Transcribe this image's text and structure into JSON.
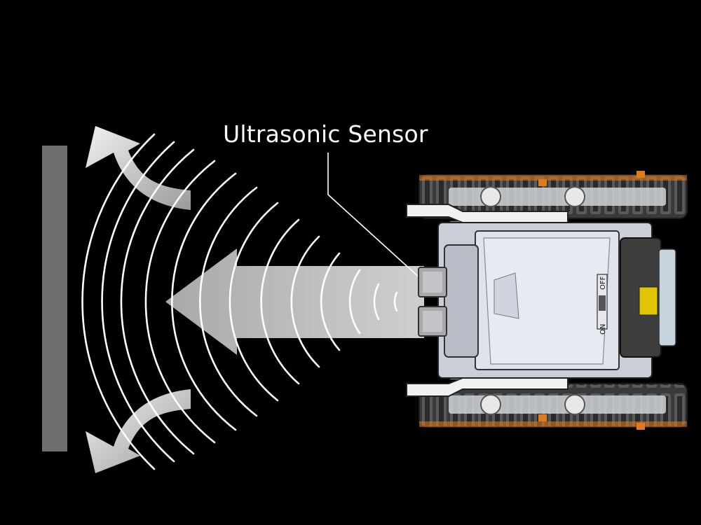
{
  "label": {
    "sensor": "Ultrasonic Sensor"
  },
  "robot": {
    "switch_on": "ON",
    "switch_off": "OFF"
  },
  "colors": {
    "background": "#000000",
    "wall": "#6e6e6e",
    "arrow": "#bdbdbd",
    "waves": "#ffffff",
    "track": "#3a3a3a",
    "track_accent": "#e07a1e",
    "body": "#dfe3ec",
    "battery": "#e2c400"
  },
  "icons": {
    "wall": "wall-block",
    "beam": "left-arrow",
    "reflection_up": "curved-arrow-up-left",
    "reflection_down": "curved-arrow-down-left",
    "waves": "sound-wave-arcs"
  }
}
